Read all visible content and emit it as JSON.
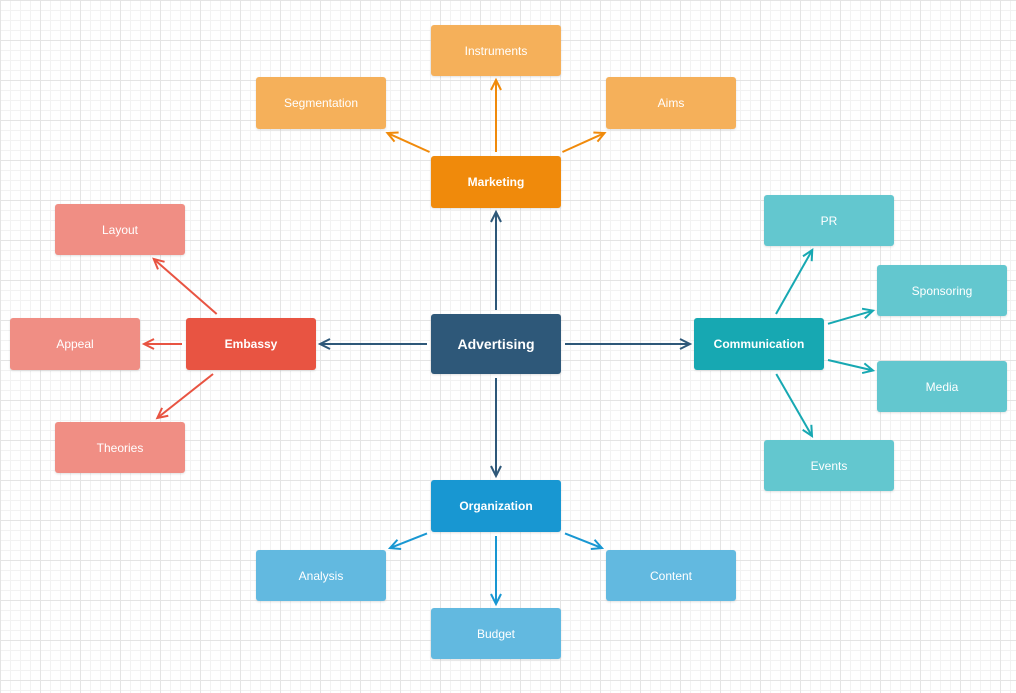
{
  "colors": {
    "center": "#2e5879",
    "marketing": "#f08a0b",
    "marketing_leaf": "#f5b05a",
    "embassy": "#e85442",
    "embassy_leaf": "#f08e84",
    "communication": "#17a8b2",
    "communication_leaf": "#63c7cf",
    "organization": "#1897d2",
    "organization_leaf": "#62b9e0"
  },
  "nodes": {
    "center": "Advertising",
    "marketing": "Marketing",
    "instruments": "Instruments",
    "segmentation": "Segmentation",
    "aims": "Aims",
    "embassy": "Embassy",
    "layout": "Layout",
    "appeal": "Appeal",
    "theories": "Theories",
    "communication": "Communication",
    "pr": "PR",
    "sponsoring": "Sponsoring",
    "media": "Media",
    "events": "Events",
    "organization": "Organization",
    "analysis": "Analysis",
    "budget": "Budget",
    "content": "Content"
  },
  "edges": [
    {
      "from": "center",
      "to": "marketing"
    },
    {
      "from": "center",
      "to": "embassy"
    },
    {
      "from": "center",
      "to": "communication"
    },
    {
      "from": "center",
      "to": "organization"
    },
    {
      "from": "marketing",
      "to": "instruments"
    },
    {
      "from": "marketing",
      "to": "segmentation"
    },
    {
      "from": "marketing",
      "to": "aims"
    },
    {
      "from": "embassy",
      "to": "layout"
    },
    {
      "from": "embassy",
      "to": "appeal"
    },
    {
      "from": "embassy",
      "to": "theories"
    },
    {
      "from": "communication",
      "to": "pr"
    },
    {
      "from": "communication",
      "to": "sponsoring"
    },
    {
      "from": "communication",
      "to": "media"
    },
    {
      "from": "communication",
      "to": "events"
    },
    {
      "from": "organization",
      "to": "analysis"
    },
    {
      "from": "organization",
      "to": "budget"
    },
    {
      "from": "organization",
      "to": "content"
    }
  ]
}
